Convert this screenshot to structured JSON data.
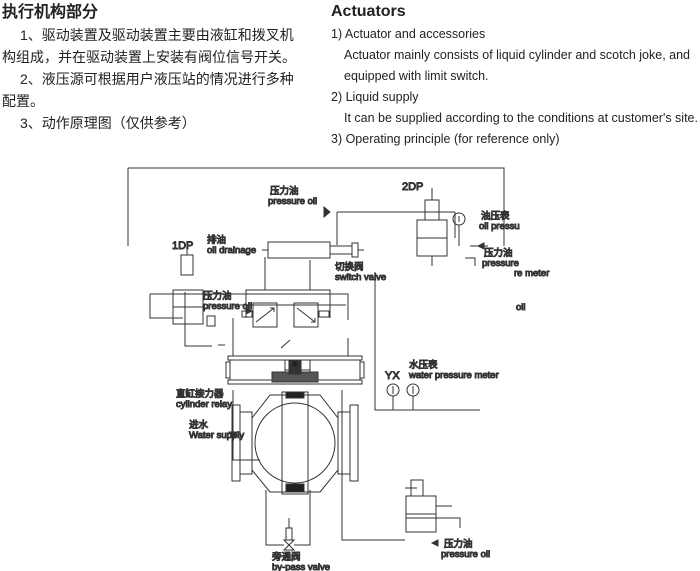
{
  "cn": {
    "title": "执行机构部分",
    "item1a": "1、驱动装置及驱动装置主要由液缸和拨叉机",
    "item1b": "构组成，并在驱动装置上安装有阀位信号开关。",
    "item2a": "2、液压源可根据用户液压站的情况进行多种",
    "item2b": "配置。",
    "item3": "3、动作原理图（仅供参考）"
  },
  "en": {
    "title": "Actuators",
    "item1": "1) Actuator and accessories",
    "item1_body_a": "Actuator mainly consists of liquid cylinder and scotch joke, and",
    "item1_body_b": "equipped with limit switch.",
    "item2": "2) Liquid supply",
    "item2_body": "It can be supplied according to the conditions at customer's site.",
    "item3": "3) Operating principle (for reference only)"
  },
  "diagram": {
    "pressure_oil_top_cn": "压力油",
    "pressure_oil_top_en": "pressure oil",
    "label_2dp": "2DP",
    "oil_meter_cn": "油压表",
    "oil_meter_en": "oil pressu",
    "oil_meter_en2": "re meter",
    "pressure_oil_right_cn": "压力油",
    "pressure_oil_right_en": "pressure",
    "pressure_oil_right_en2": "oil",
    "label_1dp": "1DP",
    "drain_cn": "排油",
    "drain_en": "oil drainage",
    "switch_valve_cn": "切换阀",
    "switch_valve_en": "switch valve",
    "pressure_oil_left_cn": "压力油",
    "pressure_oil_left_en": "pressure oil",
    "label_yx": "YX",
    "water_meter_cn": "水压表",
    "water_meter_en": "water pressure meter",
    "cyl_relay_cn": "直缸接力器",
    "cyl_relay_en": "cylinder relay",
    "water_supply_cn": "进水",
    "water_supply_en": "Water supply",
    "pressure_oil_bottom_cn": "压力油",
    "pressure_oil_bottom_en": "pressure oil",
    "bypass_cn": "旁通阀",
    "bypass_en": "by-pass valve"
  }
}
